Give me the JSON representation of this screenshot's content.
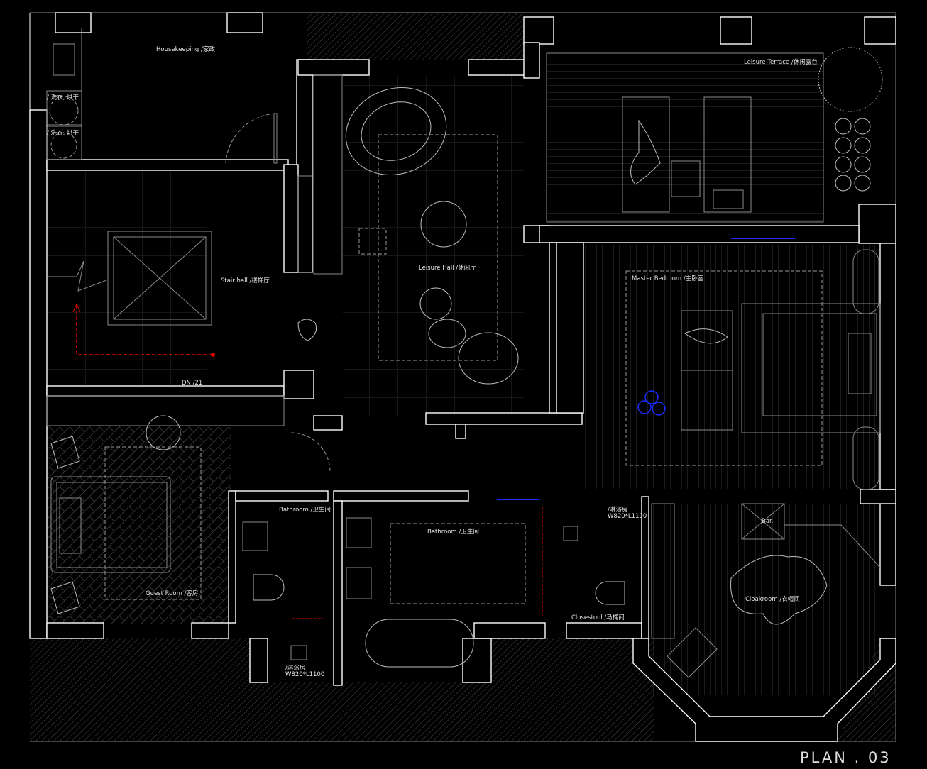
{
  "rooms": {
    "housekeeping": "Housekeeping /家政",
    "laundry_1": "/ 洗衣, 烘干",
    "laundry_2": "/ 洗衣, 烘干",
    "stair_hall": "Stair hall /楼梯厅",
    "stair_dn": "DN /21",
    "leisure_hall": "Leisure Hall /休闲厅",
    "leisure_terrace": "Leisure Terrace /休闲露台",
    "master_bedroom": "Master Bedroom /主卧室",
    "guest_room": "Guest Room /客房",
    "bathroom_guest": "Bathroom /卫生间",
    "bathroom_master": "Bathroom /卫生间",
    "shower_guest": "/淋浴房",
    "shower_guest_dim": "W820*L1100",
    "shower_master": "/淋浴房",
    "shower_master_dim": "W820*L1100",
    "closestool": "Closestool /马桶间",
    "bar": "Bar.",
    "cloakroom": "Cloakroom /衣帽间"
  },
  "plan_title": "PLAN . 03",
  "colors": {
    "background": "#000000",
    "wall": "#ffffff",
    "route": "#e00000",
    "fixture": "#1a2cff"
  }
}
